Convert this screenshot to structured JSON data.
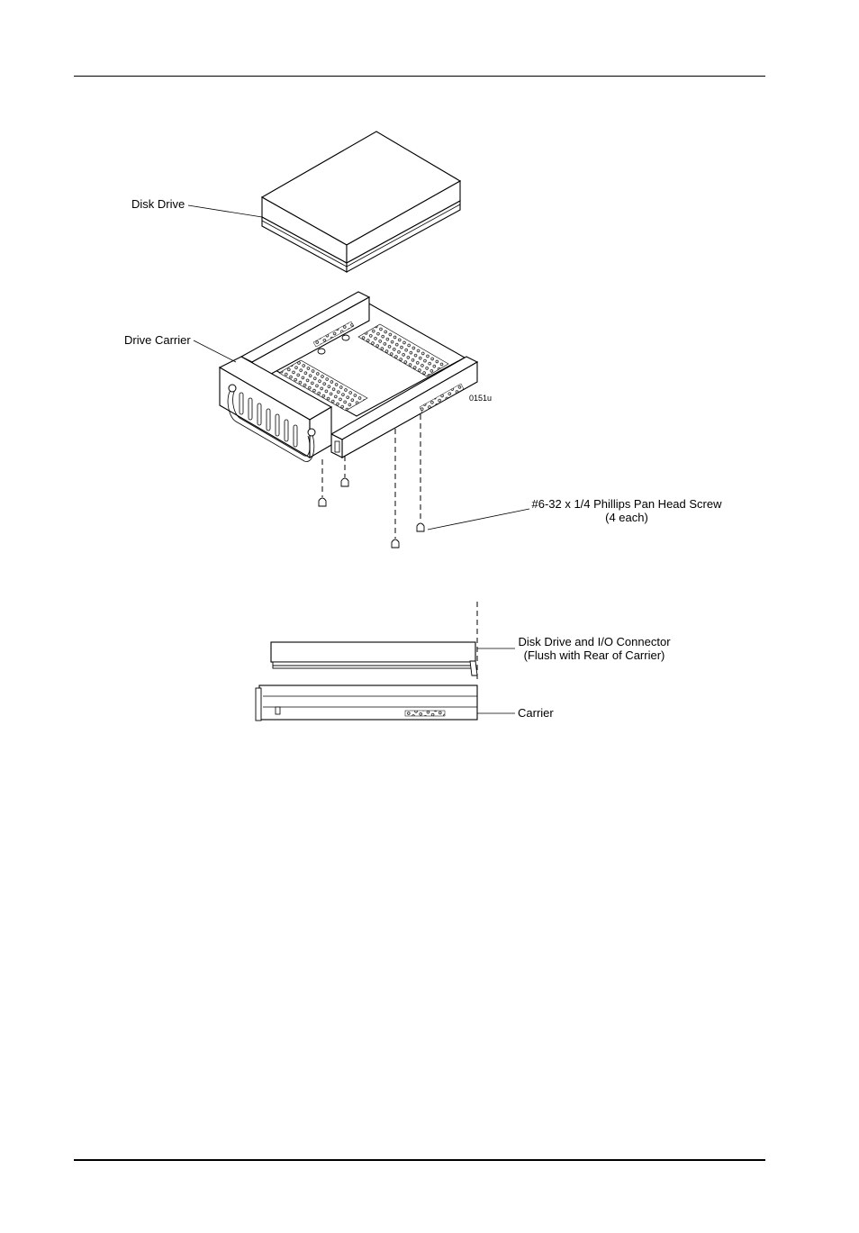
{
  "labels": {
    "disk_drive": "Disk Drive",
    "drive_carrier": "Drive Carrier",
    "figure_code": "0151u",
    "screw_line1": "#6-32 x 1/4 Phillips Pan Head Screw",
    "screw_line2": "(4 each)",
    "connector_line1": "Disk Drive and I/O Connector",
    "connector_line2": "(Flush with Rear of Carrier)",
    "carrier": "Carrier"
  }
}
